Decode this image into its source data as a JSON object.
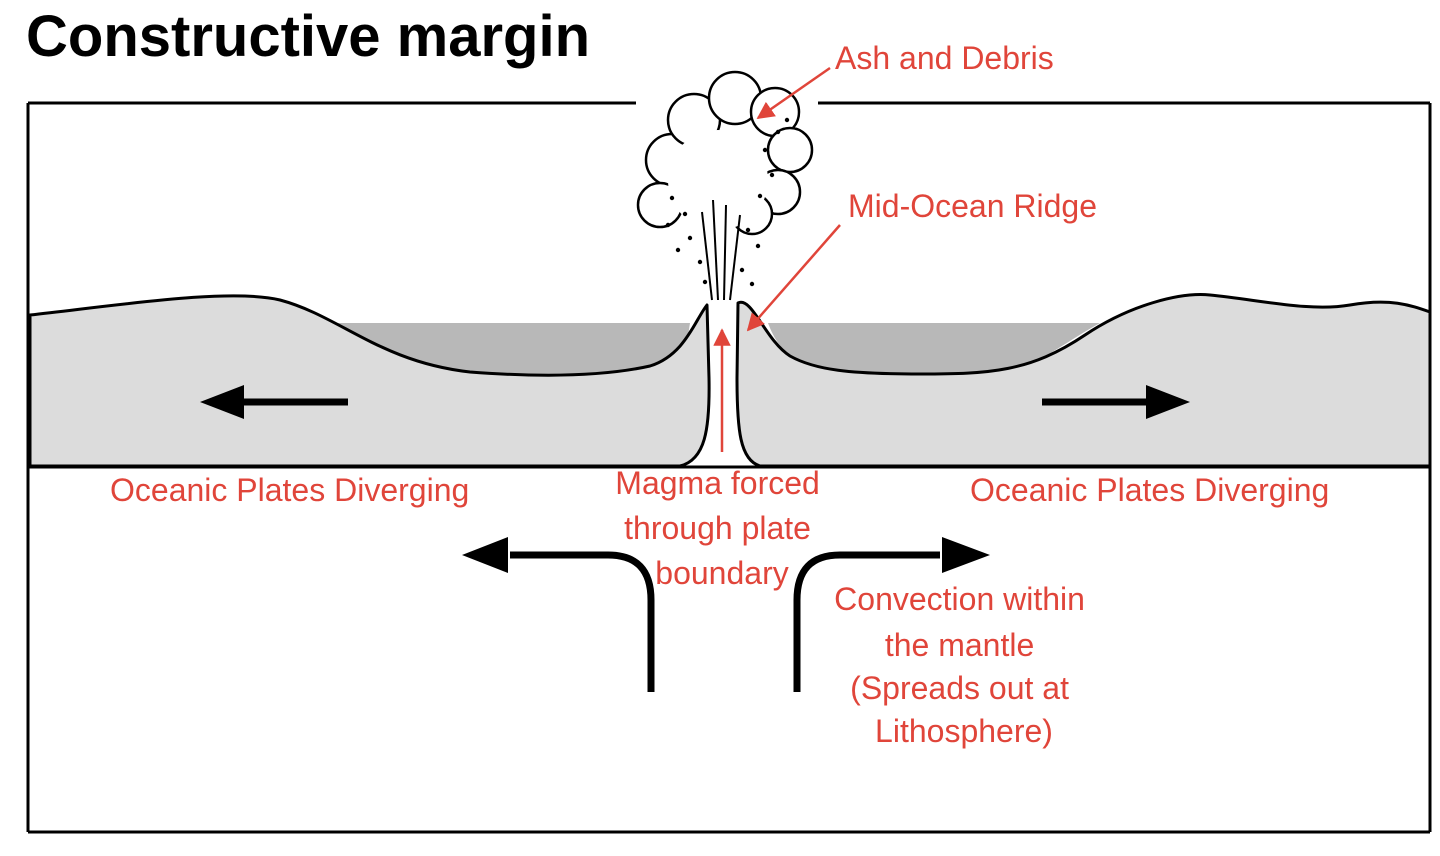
{
  "title": "Constructive margin",
  "colors": {
    "label": "#e0453a",
    "outline": "#000000",
    "plate": "#dcdcdc",
    "ocean": "#b8b8b8",
    "background": "#ffffff"
  },
  "labels": {
    "ash_debris": "Ash and Debris",
    "mid_ocean_ridge": "Mid-Ocean Ridge",
    "plates_left": "Oceanic Plates Diverging",
    "plates_right": "Oceanic Plates Diverging",
    "magma": [
      "Magma forced",
      "through plate",
      "boundary"
    ],
    "convection": [
      "Convection within",
      "the mantle",
      "(Spreads out at",
      "Lithosphere)"
    ]
  }
}
